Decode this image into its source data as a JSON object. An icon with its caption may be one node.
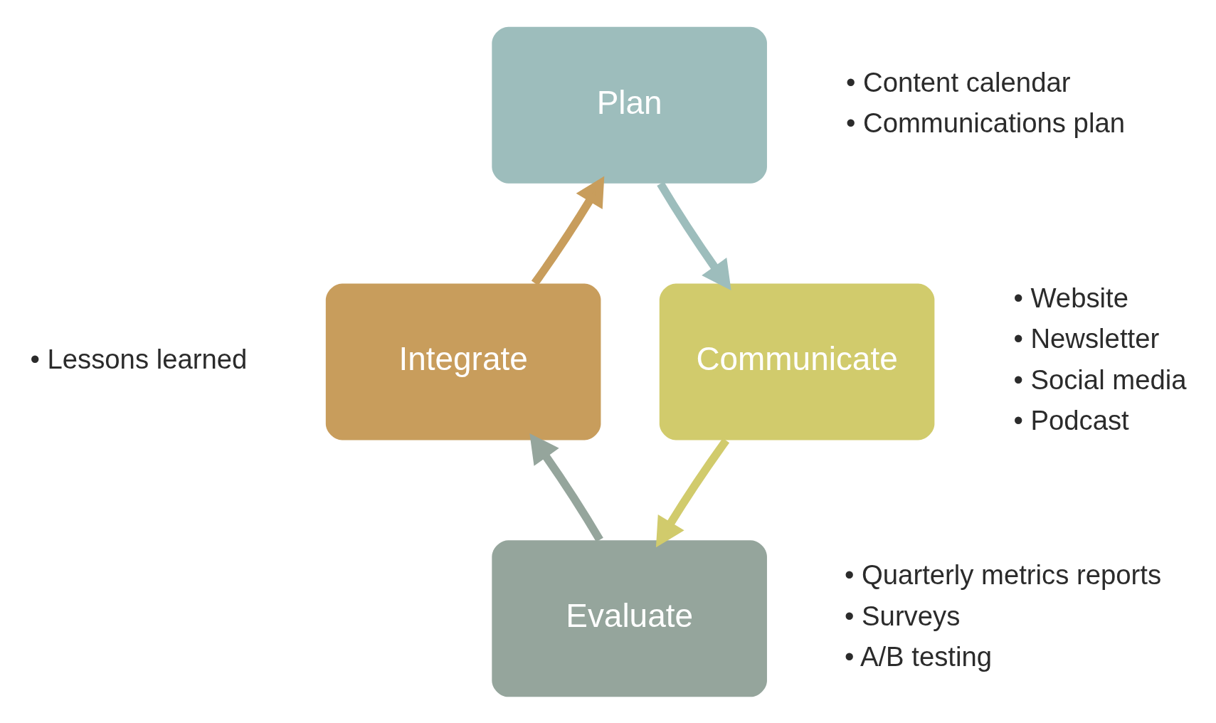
{
  "diagram": {
    "nodes": [
      {
        "text": [
          "Plan"
        ],
        "beside": [
          "• Content calendar",
          "• Communications plan"
        ]
      },
      {
        "text": [
          "Integrate"
        ],
        "beside": [
          "• Lessons learned"
        ]
      },
      {
        "text": [
          "Communicate"
        ],
        "beside": [
          "• Website",
          "• Newsletter",
          "• Social media",
          "• Podcast"
        ]
      },
      {
        "text": [
          "Evaluate"
        ],
        "beside": [
          "• Quarterly metrics reports",
          "• Surveys",
          "• A/B testing"
        ]
      }
    ],
    "edges": [
      {
        "from": 0,
        "to": 2,
        "arrow": "to",
        "color": "#9dbdbc"
      },
      {
        "from": 2,
        "to": 3,
        "arrow": "to",
        "color": "#d1cb6c"
      },
      {
        "from": 3,
        "to": 1,
        "arrow": "to",
        "color": "#95a59c"
      },
      {
        "from": 1,
        "to": 0,
        "arrow": "to",
        "color": "#c89d5c"
      }
    ]
  }
}
